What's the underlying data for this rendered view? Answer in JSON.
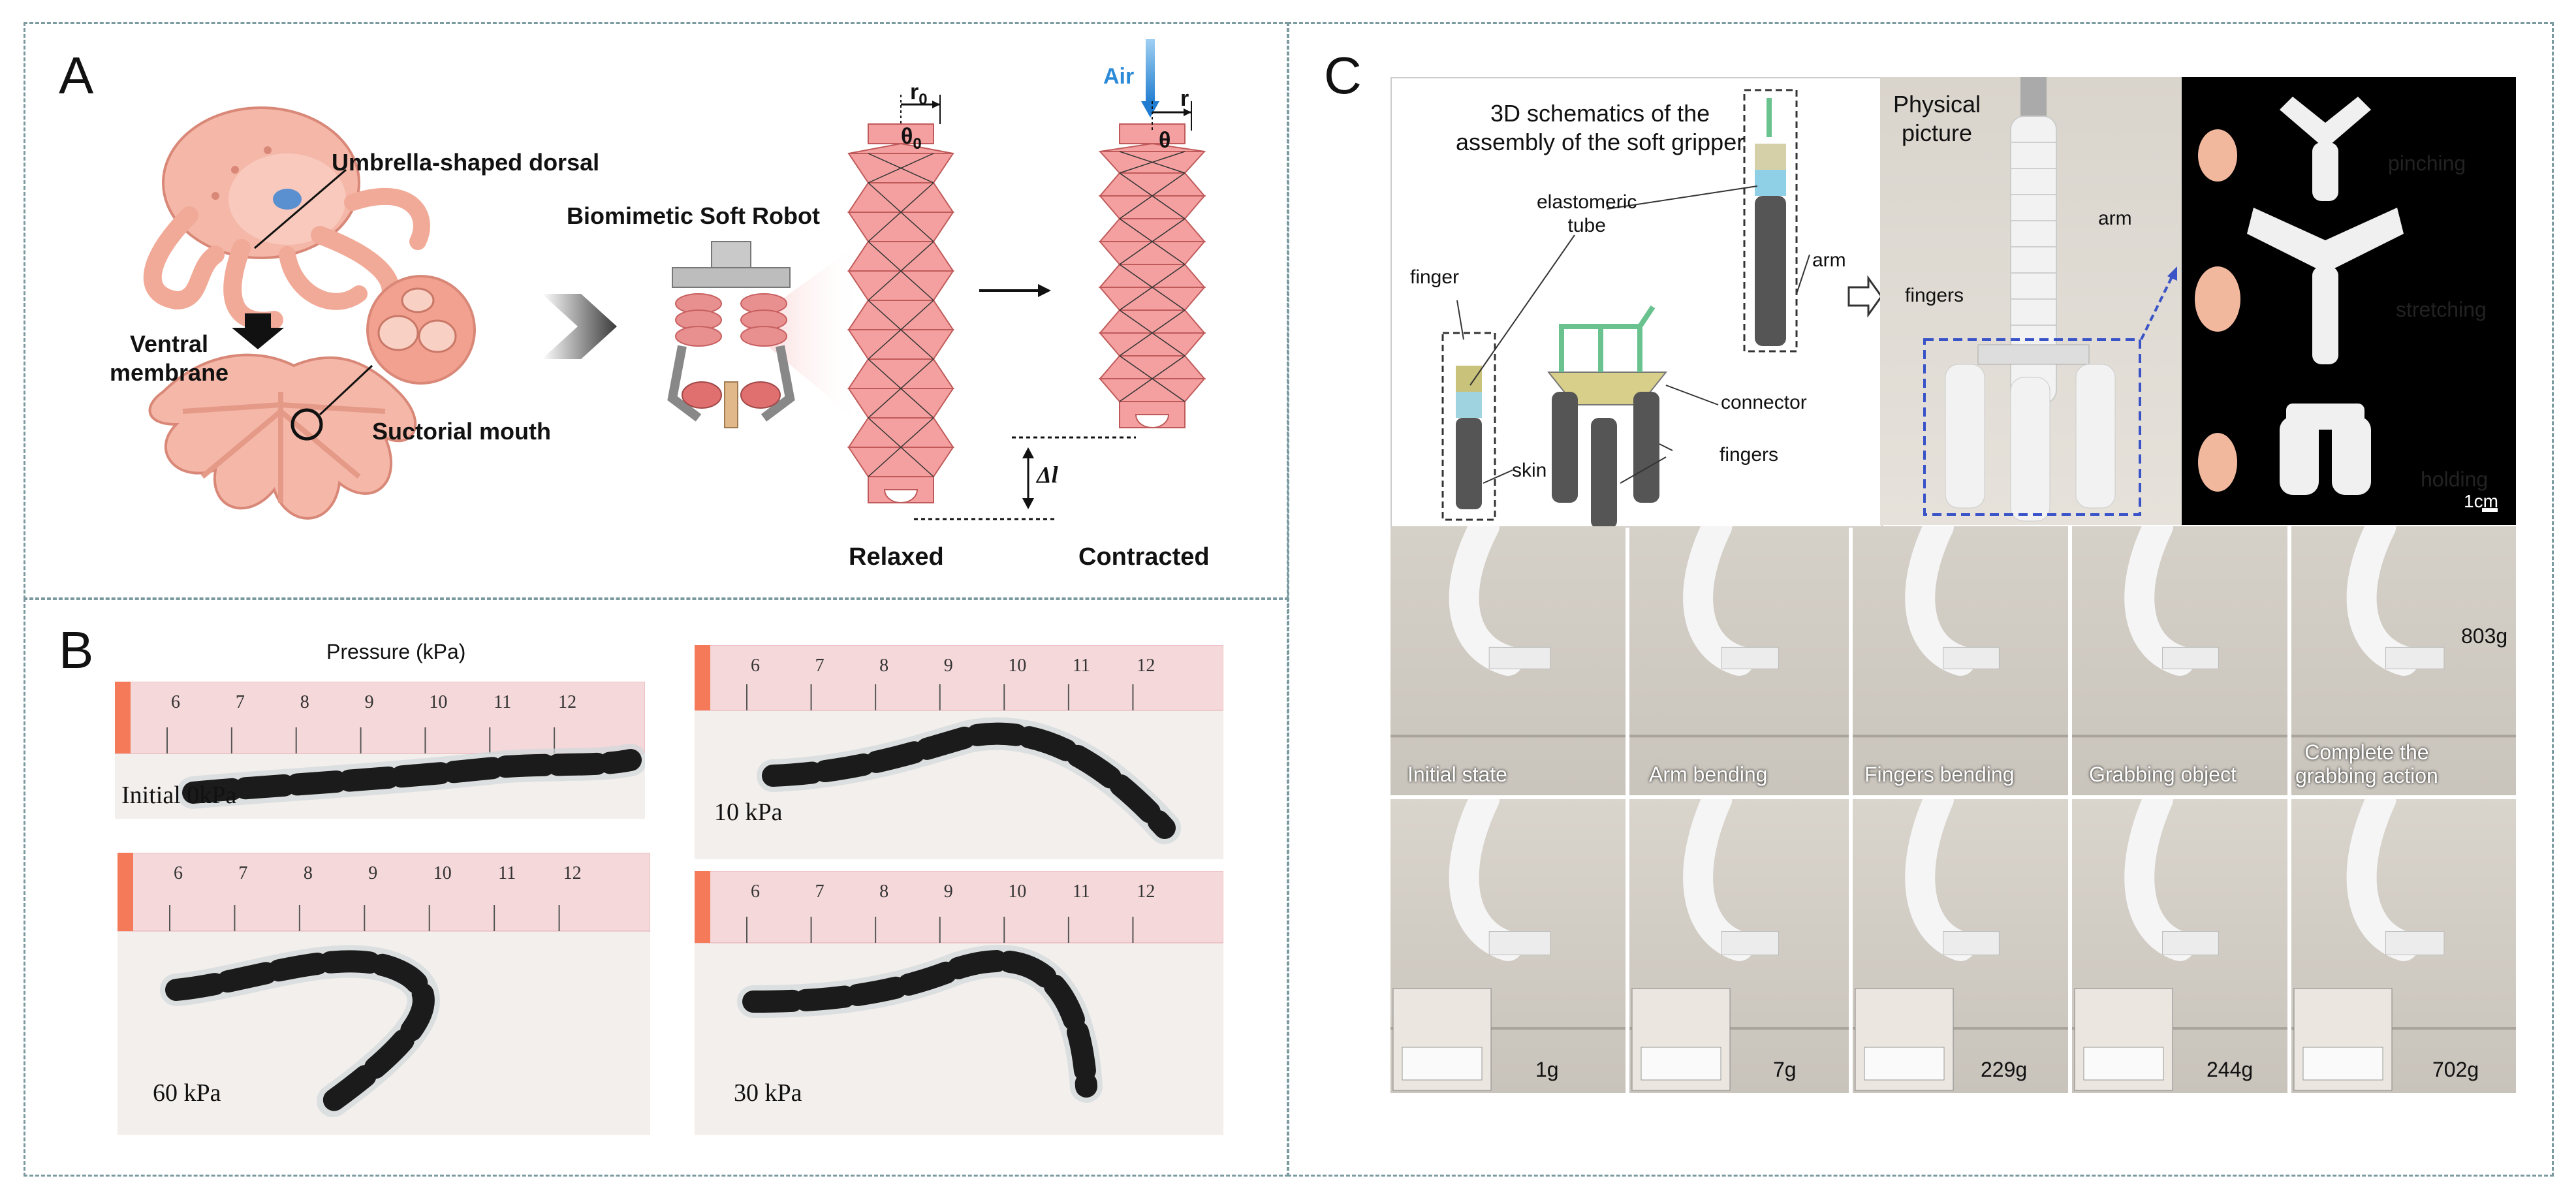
{
  "panels": {
    "a": {
      "letter": "A",
      "labels": {
        "umbrella": "Umbrella-shaped dorsal",
        "ventral": "Ventral\nmembrane",
        "suctorial": "Suctorial mouth",
        "robot": "Biomimetic Soft Robot",
        "air": "Air",
        "r0": "r",
        "r0_sub": "0",
        "theta0": "θ",
        "theta0_sub": "0",
        "r": "r",
        "theta": "θ",
        "delta_l": "Δl",
        "relaxed": "Relaxed",
        "contracted": "Contracted"
      }
    },
    "b": {
      "letter": "B",
      "title": "Pressure (kPa)",
      "photos": [
        {
          "label": "Initial 0kPa"
        },
        {
          "label": "10 kPa"
        },
        {
          "label": "60 kPa"
        },
        {
          "label": "30 kPa"
        }
      ],
      "ruler_ticks": [
        "6",
        "7",
        "8",
        "9",
        "10",
        "11",
        "12"
      ]
    },
    "c": {
      "letter": "C",
      "schematic": {
        "title": "3D schematics of the\nassembly of the soft gripper",
        "finger": "finger",
        "tube": "elastomeric\ntube",
        "arm": "arm",
        "connector": "connector",
        "skin": "skin",
        "fingers": "fingers"
      },
      "physical": {
        "title": "Physical\npicture",
        "arm": "arm",
        "fingers": "fingers"
      },
      "modes": {
        "pinching": "pinching",
        "stretching": "stretching",
        "holding": "holding",
        "scale": "1cm"
      },
      "sequence": [
        {
          "caption": "Initial state"
        },
        {
          "caption": "Arm bending"
        },
        {
          "caption": "Fingers bending"
        },
        {
          "caption": "Grabbing object"
        },
        {
          "caption": "Complete the\ngrabbing action",
          "weight": "803g"
        }
      ],
      "objects": [
        {
          "weight": "1g"
        },
        {
          "weight": "7g"
        },
        {
          "weight": "229g"
        },
        {
          "weight": "244g"
        },
        {
          "weight": "702g"
        }
      ]
    }
  }
}
